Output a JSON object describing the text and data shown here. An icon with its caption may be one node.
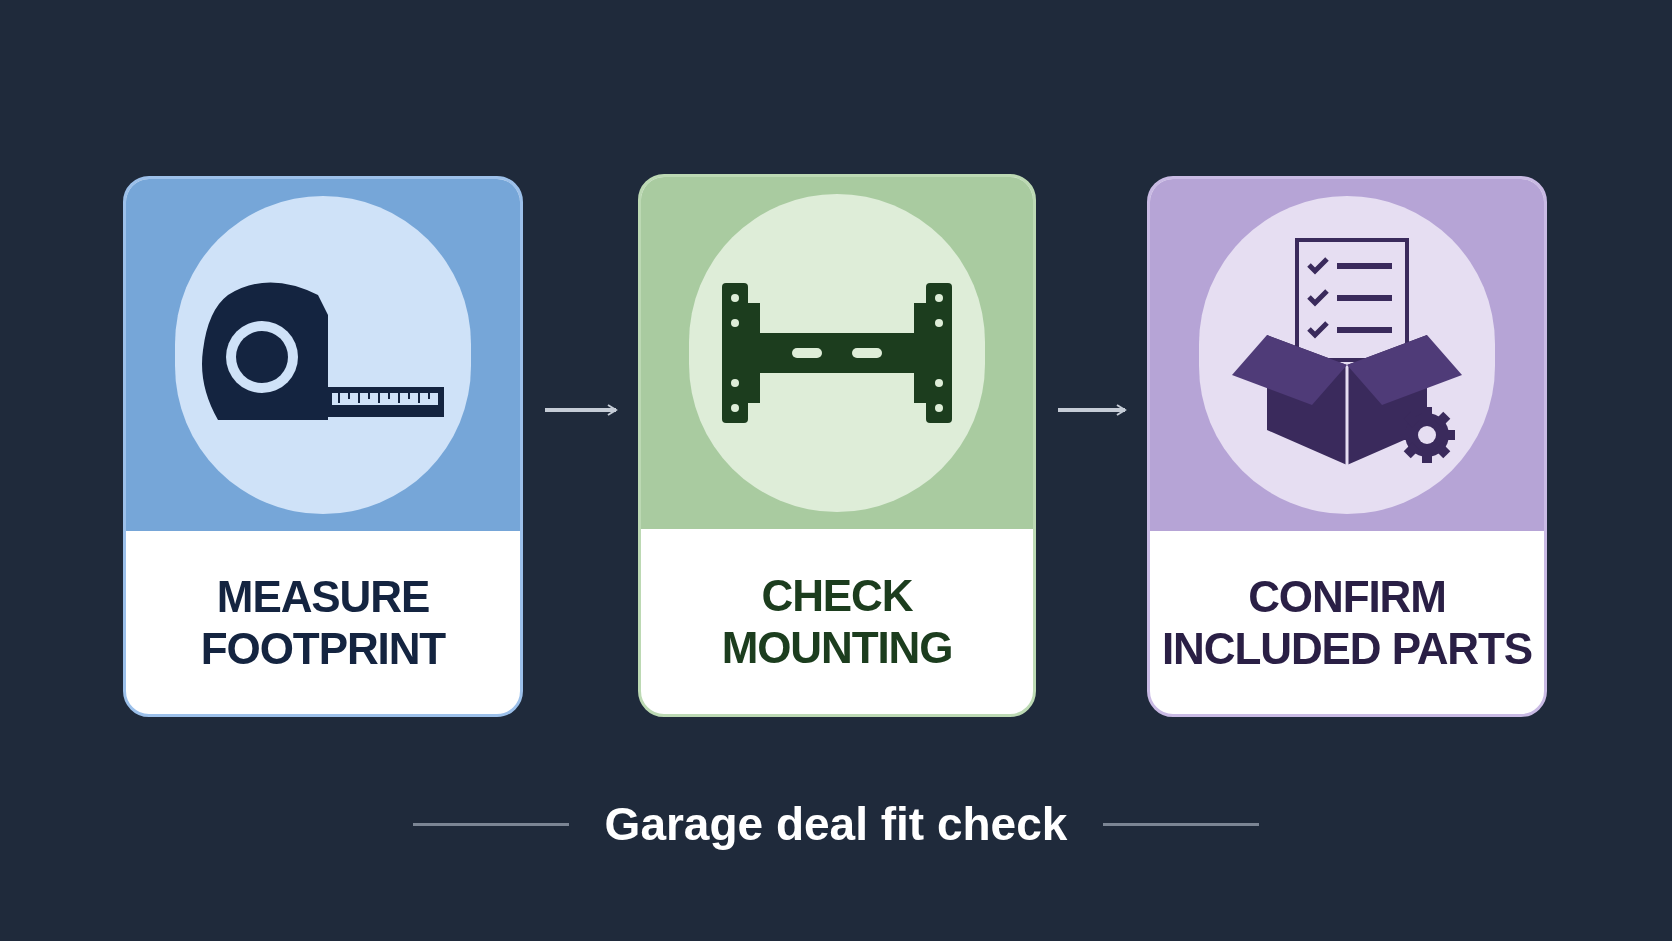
{
  "diagram": {
    "caption": "Garage deal fit check",
    "nodes": [
      {
        "text": [
          "MEASURE FOOTPRINT"
        ]
      },
      {
        "text": [
          "CHECK MOUNTING"
        ]
      },
      {
        "text": [
          "CONFIRM INCLUDED PARTS"
        ]
      }
    ],
    "edges": [
      {
        "from": 0,
        "to": 1,
        "arrow": "to"
      },
      {
        "from": 1,
        "to": 2,
        "arrow": "to"
      }
    ]
  }
}
